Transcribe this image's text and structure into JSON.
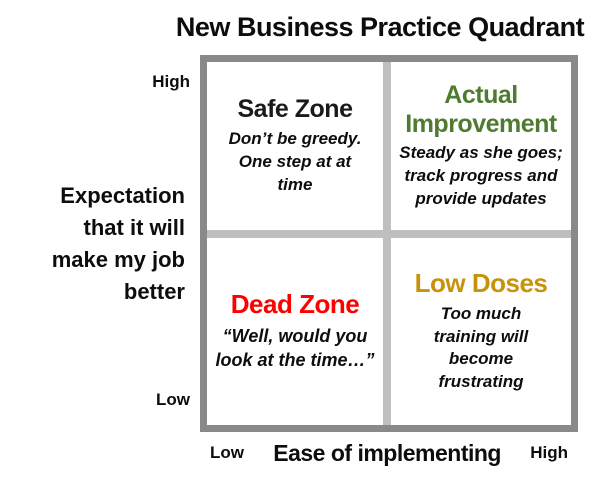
{
  "title": "New Business Practice Quadrant",
  "y_axis": {
    "label": "Expectation\nthat it will\nmake my job\nbetter",
    "high": "High",
    "low": "Low"
  },
  "x_axis": {
    "label": "Ease of implementing",
    "low": "Low",
    "high": "High"
  },
  "quadrants": {
    "safe_zone": {
      "heading": "Safe Zone",
      "heading_color": "#1a1a1a",
      "body": "Don’t be greedy.\nOne step at at\ntime"
    },
    "actual_improvement": {
      "heading": "Actual\nImprovement",
      "heading_color": "#4e7b30",
      "body": "Steady as she goes;\ntrack progress and\nprovide updates"
    },
    "dead_zone": {
      "heading": "Dead Zone",
      "heading_color": "#ff0000",
      "body": "“Well, would you\nlook at the time…”"
    },
    "low_doses": {
      "heading": "Low Doses",
      "heading_color": "#c8930b",
      "body": "Too much\ntraining will\nbecome\nfrustrating"
    }
  },
  "colors": {
    "grid_border": "#898989",
    "grid_divider": "#bfbfbf",
    "background": "#ffffff",
    "text": "#0d0d0d"
  }
}
